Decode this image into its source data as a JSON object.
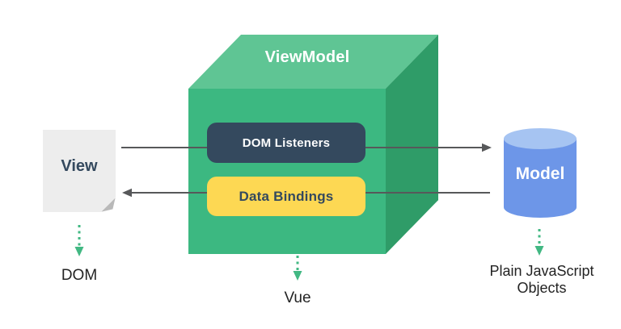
{
  "view": {
    "title": "View",
    "caption": "DOM"
  },
  "viewmodel": {
    "title": "ViewModel",
    "dom_listeners_label": "DOM Listeners",
    "data_bindings_label": "Data Bindings",
    "caption": "Vue"
  },
  "model": {
    "title": "Model",
    "caption": "Plain JavaScript Objects"
  },
  "colors": {
    "accent_green": "#42b883",
    "cube_top": "#5fc594",
    "cube_front": "#3cb881",
    "cube_side": "#2f9c68",
    "navy": "#34495e",
    "yellow": "#fdd853",
    "cylinder_top": "#a6c4f2",
    "cylinder_body": "#6d96e8",
    "page_bg": "#ededed",
    "page_fold": "#b9b9b9",
    "line_gray": "#57585a",
    "text_dark": "#232323"
  }
}
